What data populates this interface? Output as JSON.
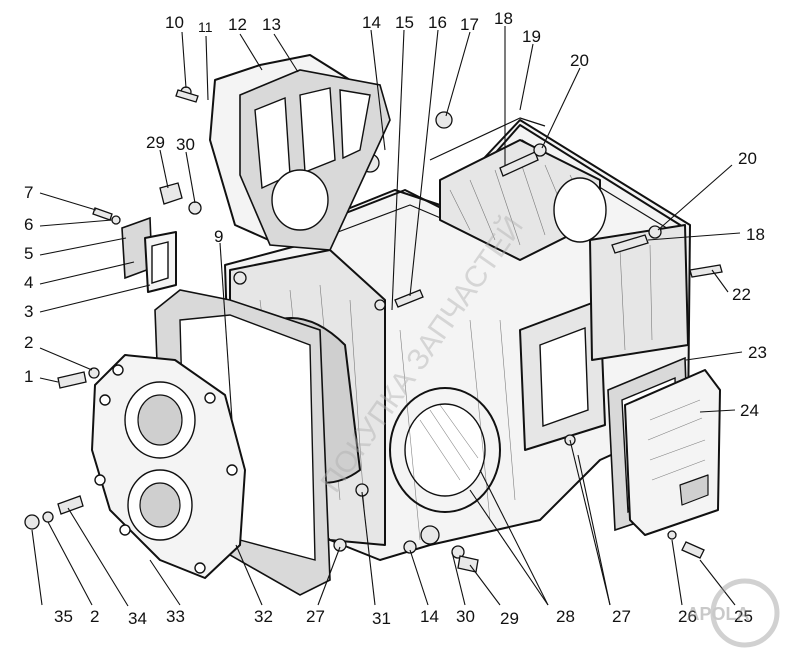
{
  "diagram": {
    "callouts_top": [
      "10",
      "11",
      "12",
      "13",
      "14",
      "15",
      "16",
      "17",
      "18",
      "19",
      "20"
    ],
    "callouts_right": [
      "20",
      "18",
      "22",
      "23",
      "24"
    ],
    "callouts_left": [
      "29",
      "30",
      "7",
      "6",
      "5",
      "4",
      "3",
      "9",
      "2",
      "1"
    ],
    "callouts_bottom": [
      "35",
      "2",
      "34",
      "33",
      "32",
      "27",
      "31",
      "14",
      "30",
      "29",
      "28",
      "27",
      "26",
      "25"
    ],
    "watermark_text": "ПОКУПКА ЗАПЧАСТЕЙ",
    "logo_text": "APOLA"
  },
  "colors": {
    "ink": "#111111",
    "paper": "#ffffff",
    "watermark": "#b0b0b0"
  }
}
